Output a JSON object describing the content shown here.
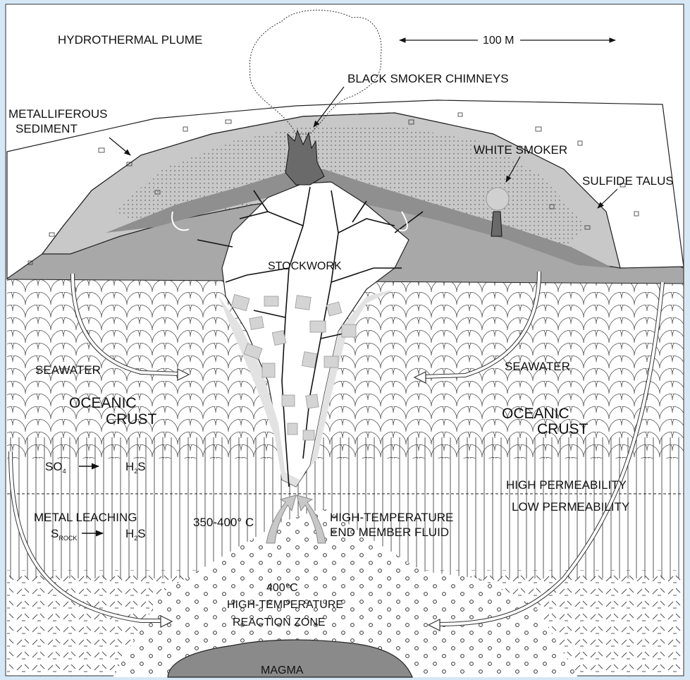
{
  "labels": {
    "plume": "HYDROTHERMAL PLUME",
    "scale": "100 M",
    "black_smoker": "BLACK SMOKER CHIMNEYS",
    "sediment_1": "METALLIFEROUS",
    "sediment_2": "SEDIMENT",
    "white_smoker": "WHITE SMOKER",
    "sulfide_talus": "SULFIDE TALUS",
    "stockwork": "STOCKWORK",
    "seawater_left": "SEAWATER",
    "seawater_right": "SEAWATER",
    "crust_left_1": "OCEANIC",
    "crust_left_2": "CRUST",
    "crust_right_1": "OCEANIC",
    "crust_right_2": "CRUST",
    "so4": "SO",
    "so4_sub": "4",
    "h2s_1": "H",
    "h2s_1_sub": "2",
    "h2s_1_end": "S",
    "high_perm": "HIGH PERMEABILITY",
    "low_perm": "LOW PERMEABILITY",
    "metal_leaching": "METAL LEACHING",
    "s_rock": "S",
    "s_rock_sub": "ROCK",
    "h2s_2": "H",
    "h2s_2_sub": "2",
    "h2s_2_end": "S",
    "temp_range": "350-400° C",
    "endmember_1": "HIGH-TEMPERATURE",
    "endmember_2": "END MEMBER FLUID",
    "temp_400": "400°C",
    "reaction_1": "HIGH-TEMPERATURE",
    "reaction_2": "REACTION ZONE",
    "magma": "MAGMA"
  },
  "colors": {
    "background_frame": "#d6e8f5",
    "panel": "#ffffff",
    "mound_dark": "#a8a8a8",
    "mound_mid": "#c8c8c8",
    "stockwork": "#ffffff",
    "chimney": "#6a6a6a",
    "magma": "#8a8a8a",
    "line": "#111111"
  }
}
